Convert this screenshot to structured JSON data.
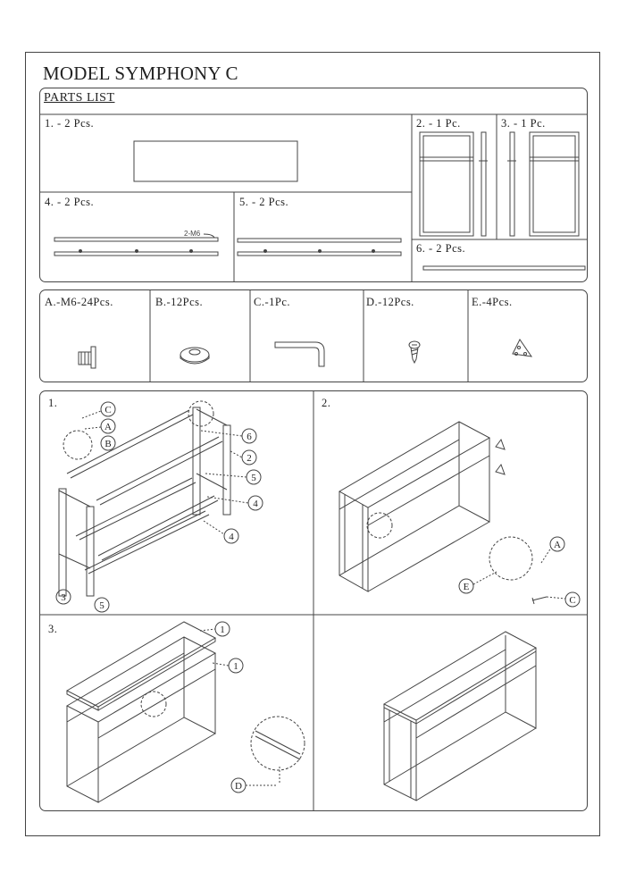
{
  "title": "MODEL SYMPHONY C",
  "parts_list_label": "PARTS LIST",
  "parts": [
    {
      "label": "1.   - 2 Pcs."
    },
    {
      "label": "2.   - 1 Pc."
    },
    {
      "label": "3.   - 1 Pc."
    },
    {
      "label": "4.   - 2 Pcs."
    },
    {
      "label": "5.   - 2 Pcs."
    },
    {
      "label": "6.   - 2 Pcs."
    }
  ],
  "part4_callout": "2-M6",
  "hardware": [
    {
      "label": "A.-M6-24Pcs."
    },
    {
      "label": "B.-12Pcs."
    },
    {
      "label": "C.-1Pc."
    },
    {
      "label": "D.-12Pcs."
    },
    {
      "label": "E.-4Pcs."
    }
  ],
  "steps": [
    {
      "label": "1.",
      "callouts": [
        "C",
        "A",
        "B",
        "6",
        "2",
        "5",
        "4",
        "4",
        "3",
        "5"
      ]
    },
    {
      "label": "2.",
      "callouts": [
        "A",
        "E",
        "C"
      ]
    },
    {
      "label": "3.",
      "callouts": [
        "1",
        "1",
        "D"
      ]
    }
  ]
}
